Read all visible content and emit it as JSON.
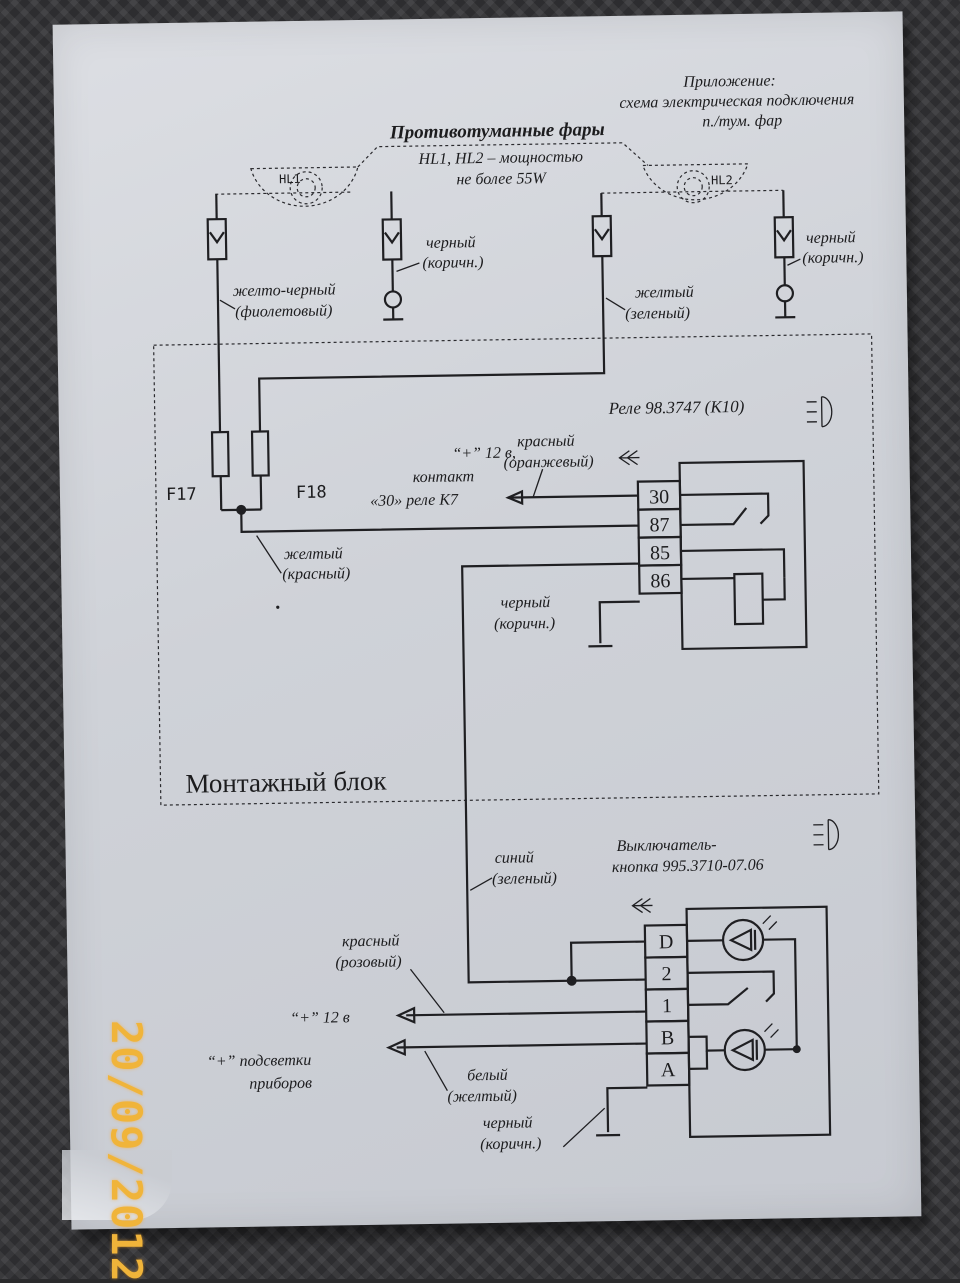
{
  "header": {
    "appendix_line1": "Приложение:",
    "appendix_line2": "схема электрическая подключения",
    "appendix_line3": "п./тум. фар"
  },
  "fog_lamps": {
    "title": "Противотуманные фары",
    "spec_line1": "HL1, HL2 – мощностью",
    "spec_line2": "не более 55W",
    "hl1_label": "HL1",
    "hl2_label": "HL2"
  },
  "wires": {
    "black1_line1": "черный",
    "black1_line2": "(коричн.)",
    "black2_line1": "черный",
    "black2_line2": "(коричн.)",
    "yellowblack_line1": "желто-черный",
    "yellowblack_line2": "(фиолетовый)",
    "yellow1_line1": "желтый",
    "yellow1_line2": "(зеленый)",
    "red1_line1": "красный",
    "red1_line2": "(оранжевый)",
    "yellow2_line1": "желтый",
    "yellow2_line2": "(красный)",
    "black3_line1": "черный",
    "black3_line2": "(коричн.)",
    "blue_line1": "синий",
    "blue_line2": "(зеленый)",
    "red2_line1": "красный",
    "red2_line2": "(розовый)",
    "white_line1": "белый",
    "white_line2": "(желтый)",
    "black4_line1": "черный",
    "black4_line2": "(коричн.)"
  },
  "fuses": {
    "f17": "F17",
    "f18": "F18"
  },
  "relay": {
    "label": "Реле 98.3747 (К10)",
    "plus12_line1": "“+” 12 в,",
    "plus12_line2": "контакт",
    "plus12_line3": "«30» реле К7",
    "pins": [
      "30",
      "87",
      "85",
      "86"
    ]
  },
  "mounting_block": {
    "label": "Монтажный блок"
  },
  "switch": {
    "label_line1": "Выключатель-",
    "label_line2": "кнопка 995.3710-07.06",
    "pins": [
      "D",
      "2",
      "1",
      "B",
      "A"
    ],
    "plus12": "“+” 12 в",
    "backlight_line1": "“+” подсветки",
    "backlight_line2": "приборов"
  },
  "photo": {
    "date_stamp": "20/09/2012"
  }
}
